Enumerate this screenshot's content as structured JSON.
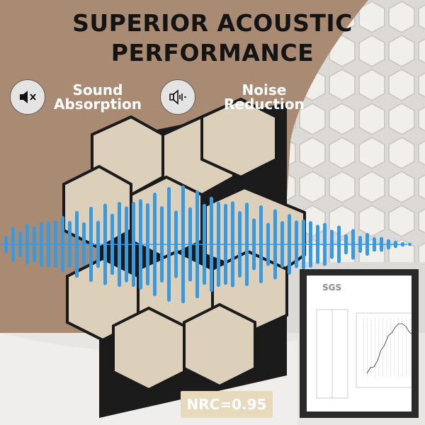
{
  "headline": {
    "line1": "SUPERIOR ACOUSTIC",
    "line2": "PERFORMANCE"
  },
  "features": [
    {
      "icon": "speaker-mute-icon",
      "label_line1": "Sound",
      "label_line2": "Absorption"
    },
    {
      "icon": "speaker-low-icon",
      "label_line1": "Noise",
      "label_line2": "Reduction"
    }
  ],
  "certificate": {
    "brand": "SGS"
  },
  "nrc_badge": "NRC=0.95",
  "colors": {
    "background_left": "#a98a73",
    "wave": "#3a9ae0",
    "wood": "#dcd0bb",
    "badge": "#e7d9bb"
  }
}
